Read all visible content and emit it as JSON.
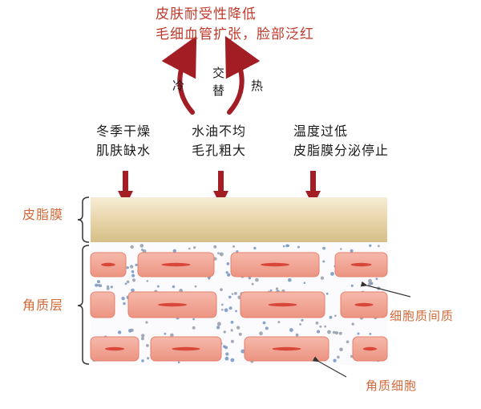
{
  "top_caption": {
    "line1": "皮肤耐受性降低",
    "line2": "毛细血管扩张，脸部泛红"
  },
  "cycle": {
    "left": "冷",
    "center_top": "交",
    "center_bottom": "替",
    "right": "热"
  },
  "causes": [
    {
      "line1": "冬季干燥",
      "line2": "肌肤缺水"
    },
    {
      "line1": "水油不均",
      "line2": "毛孔粗大"
    },
    {
      "line1": "温度过低",
      "line2": "皮脂膜分泌停止"
    }
  ],
  "layers": {
    "sebum_film": "皮脂膜",
    "stratum_corneum": "角质层"
  },
  "callouts": {
    "intercellular": "细胞质间质",
    "corneocyte": "角质细胞"
  },
  "colors": {
    "caption_red": "#c0392b",
    "label_orange": "#d06a3a",
    "arrow_red": "#a31d24",
    "sebum_top": "#f3e6cb",
    "sebum_bottom": "#dcc692",
    "cell_fill": "#f2a797",
    "cell_stroke": "#e57f6c",
    "nucleus": "#d9463a",
    "dot_gray": "#8c96a6",
    "dot_blue": "#6c8fc0"
  }
}
